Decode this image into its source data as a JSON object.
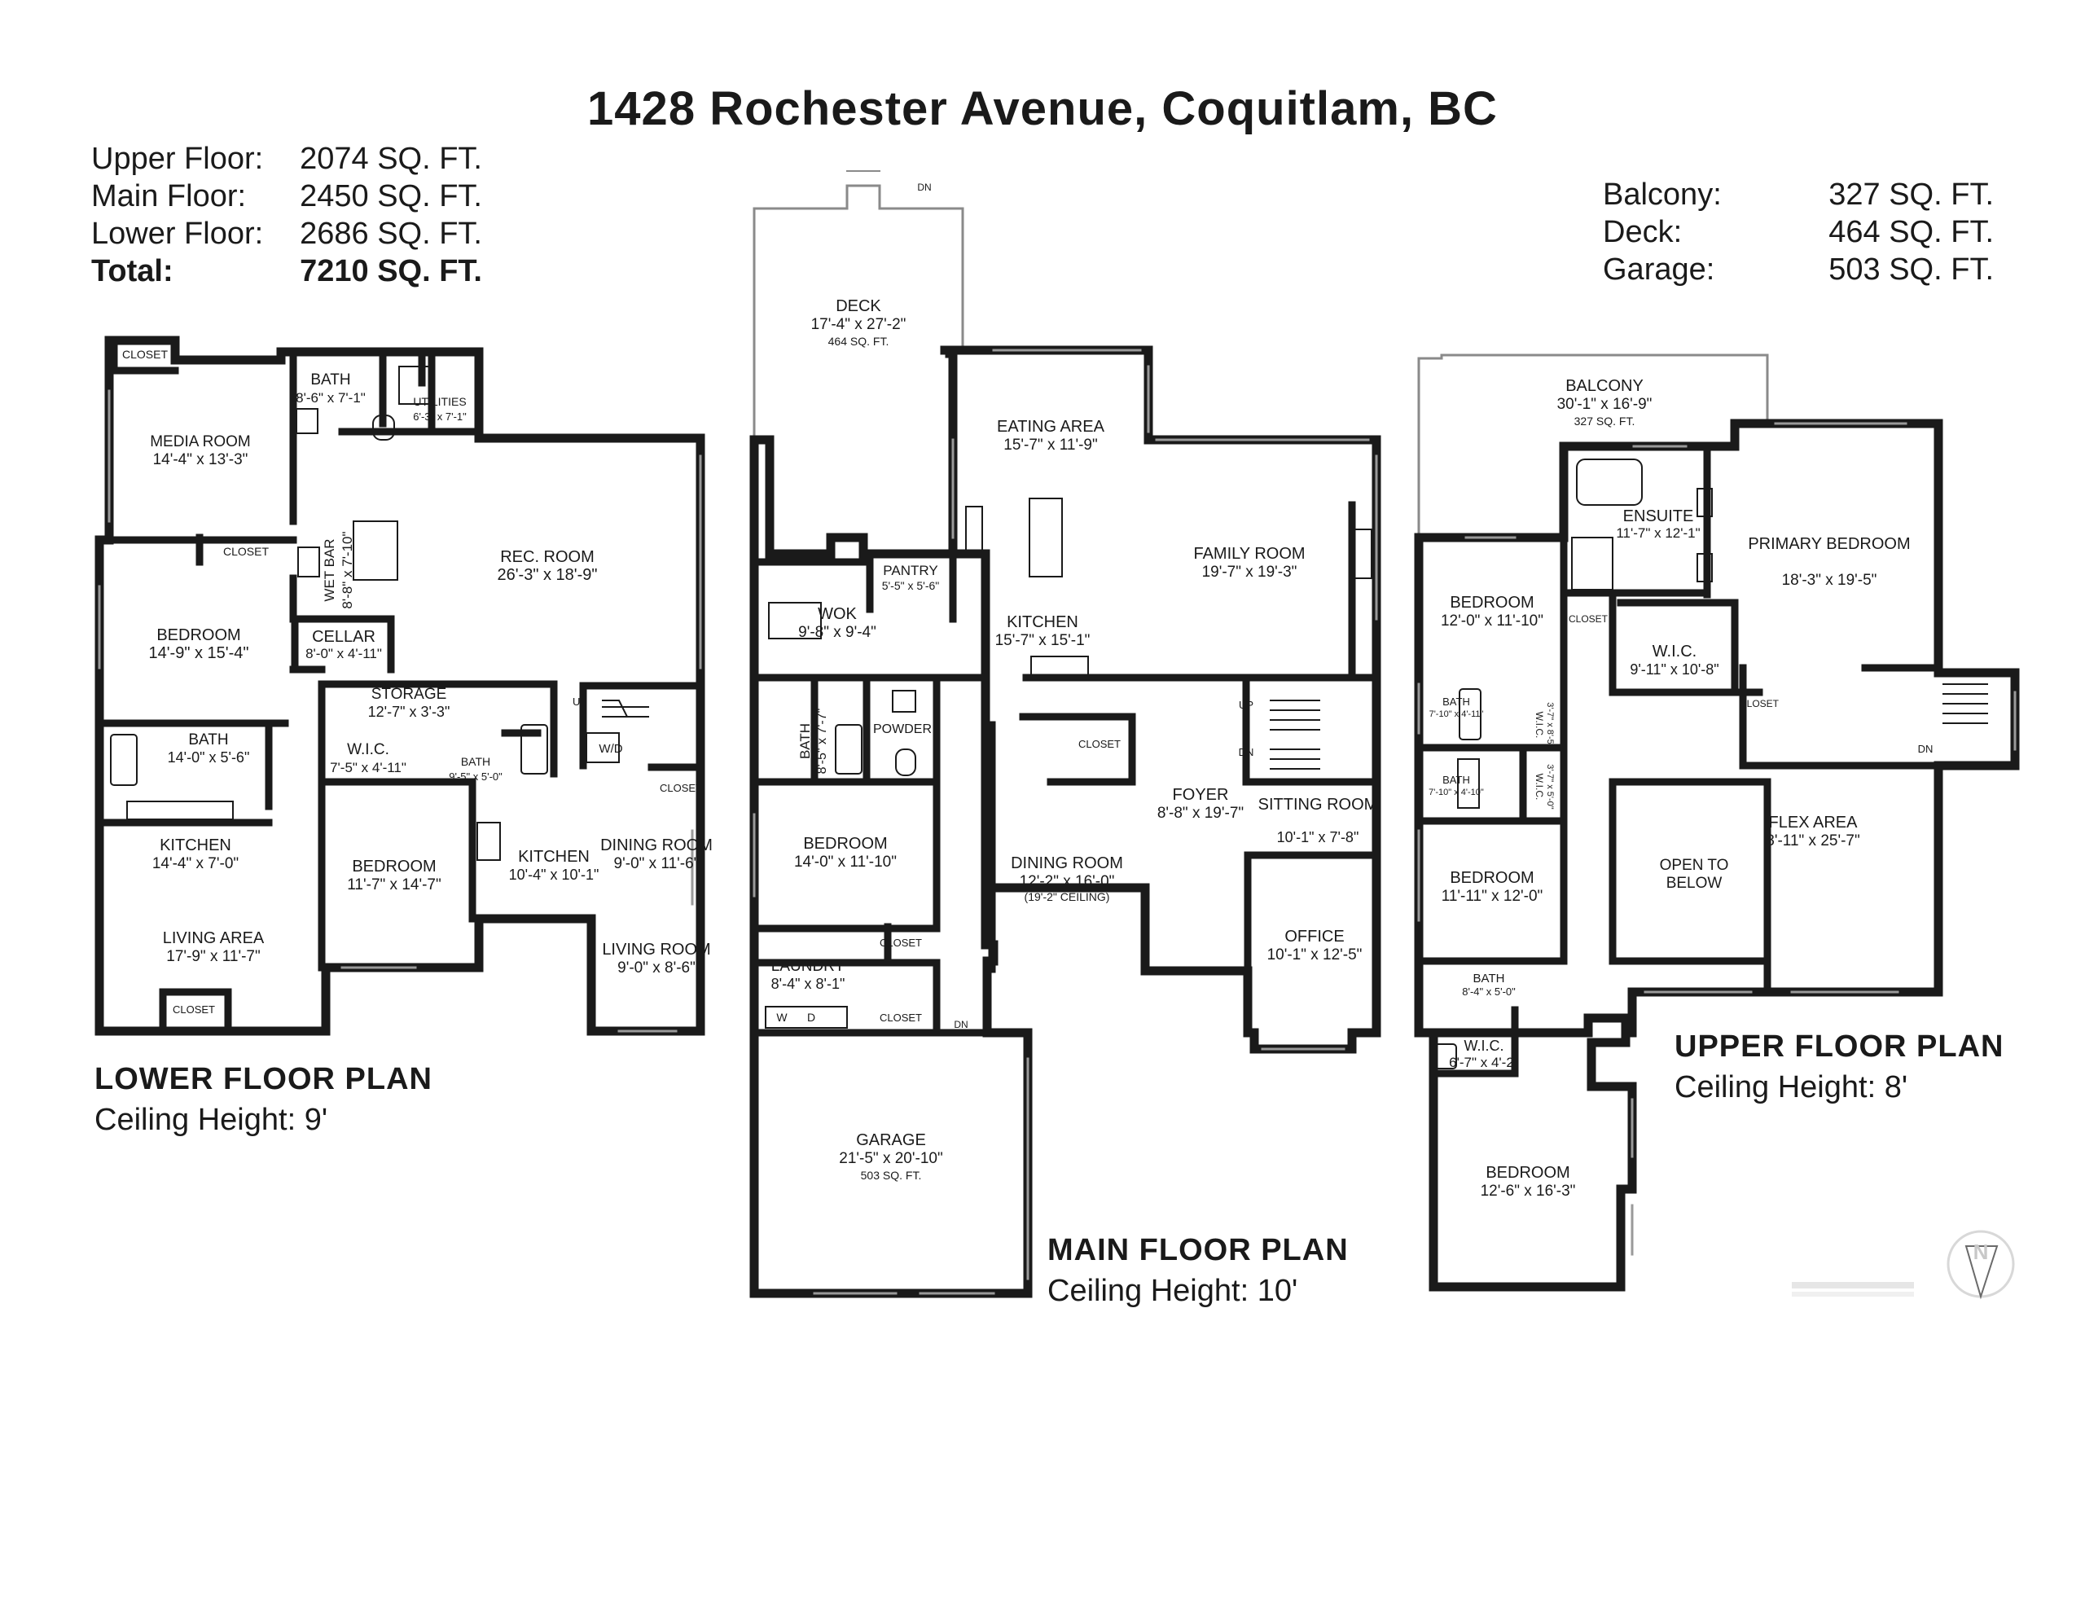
{
  "title": "1428 Rochester Avenue, Coquitlam, BC",
  "areas_left": [
    {
      "label": "Upper Floor:",
      "value": "2074 SQ. FT."
    },
    {
      "label": "Main Floor:",
      "value": "2450 SQ. FT."
    },
    {
      "label": "Lower Floor:",
      "value": "2686 SQ. FT."
    }
  ],
  "total": {
    "label": "Total:",
    "value": "7210 SQ. FT."
  },
  "areas_right": [
    {
      "label": "Balcony:",
      "value": "327 SQ. FT."
    },
    {
      "label": "Deck:",
      "value": "464 SQ. FT."
    },
    {
      "label": "Garage:",
      "value": "503 SQ. FT."
    }
  ],
  "plans": {
    "lower": {
      "title": "LOWER FLOOR PLAN",
      "ceiling": "Ceiling Height: 9'"
    },
    "main": {
      "title": "MAIN FLOOR PLAN",
      "ceiling": "Ceiling Height: 10'"
    },
    "upper": {
      "title": "UPPER FLOOR PLAN",
      "ceiling": "Ceiling Height: 8'"
    }
  },
  "lower_rooms": {
    "closet_media": "CLOSET",
    "media_room": {
      "name": "MEDIA ROOM",
      "dim": "14'-4\" x 13'-3\""
    },
    "bath_top": {
      "name": "BATH",
      "dim": "8'-6\" x 7'-1\""
    },
    "utilities": {
      "name": "UTILITIES",
      "dim": "6'-3\" x 7'-1\""
    },
    "wet_bar": {
      "name": "WET BAR",
      "dim": "8'-8\" x 7'-10\""
    },
    "rec_room": {
      "name": "REC. ROOM",
      "dim": "26'-3\" x 18'-9\""
    },
    "closet_bed": "CLOSET",
    "bedroom1": {
      "name": "BEDROOM",
      "dim": "14'-9\" x 15'-4\""
    },
    "cellar": {
      "name": "CELLAR",
      "dim": "8'-0\" x 4'-11\""
    },
    "storage": {
      "name": "STORAGE",
      "dim": "12'-7\" x 3'-3\""
    },
    "bath_left": {
      "name": "BATH",
      "dim": "14'-0\" x 5'-6\""
    },
    "wic": {
      "name": "W.I.C.",
      "dim": "7'-5\" x 4'-11\""
    },
    "bath_mid": {
      "name": "BATH",
      "dim": "9'-5\" x 5'-0\""
    },
    "wd": "W/D",
    "closet_dining": "CLOSET",
    "kitchen1": {
      "name": "KITCHEN",
      "dim": "14'-4\" x 7'-0\""
    },
    "kitchen2": {
      "name": "KITCHEN",
      "dim": "10'-4\" x 10'-1\""
    },
    "dining_room": {
      "name": "DINING ROOM",
      "dim": "9'-0\" x 11'-6\""
    },
    "bedroom2": {
      "name": "BEDROOM",
      "dim": "11'-7\" x 14'-7\""
    },
    "living_area": {
      "name": "LIVING AREA",
      "dim": "17'-9\" x 11'-7\""
    },
    "closet_living": "CLOSET",
    "living_room": {
      "name": "LIVING ROOM",
      "dim": "9'-0\" x 8'-6\""
    },
    "up": "UP"
  },
  "main_rooms": {
    "dn_top": "DN",
    "deck": {
      "name": "DECK",
      "dim": "17'-4\" x 27'-2\"",
      "area": "464 SQ. FT."
    },
    "eating_area": {
      "name": "EATING AREA",
      "dim": "15'-7\" x 11'-9\""
    },
    "family_room": {
      "name": "FAMILY ROOM",
      "dim": "19'-7\" x 19'-3\""
    },
    "pantry": {
      "name": "PANTRY",
      "dim": "5'-5\" x 5'-6\""
    },
    "wok": {
      "name": "WOK",
      "dim": "9'-8\" x 9'-4\""
    },
    "kitchen": {
      "name": "KITCHEN",
      "dim": "15'-7\" x 15'-1\""
    },
    "bath": {
      "name": "BATH",
      "dim": "8'-5\" x 7'-7\""
    },
    "powder": "POWDER",
    "closet_foyer": "CLOSET",
    "up": "UP",
    "dn": "DN",
    "foyer": {
      "name": "FOYER",
      "dim": "8'-8\" x 19'-7\""
    },
    "sitting_room": {
      "name": "SITTING ROOM",
      "dim": "10'-1\" x 7'-8\""
    },
    "bedroom": {
      "name": "BEDROOM",
      "dim": "14'-0\" x 11'-10\""
    },
    "dining_room": {
      "name": "DINING ROOM",
      "dim": "12'-2\" x 16'-0\"",
      "note": "(19'-2\" CEILING)"
    },
    "office": {
      "name": "OFFICE",
      "dim": "10'-1\" x 12'-5\""
    },
    "closet_bed": "CLOSET",
    "laundry": {
      "name": "LAUNDRY",
      "dim": "8'-4\" x 8'-1\""
    },
    "w": "W",
    "d": "D",
    "closet_laundry": "CLOSET",
    "dn_garage": "DN",
    "garage": {
      "name": "GARAGE",
      "dim": "21'-5\" x 20'-10\"",
      "area": "503 SQ. FT."
    }
  },
  "upper_rooms": {
    "balcony": {
      "name": "BALCONY",
      "dim": "30'-1\" x 16'-9\"",
      "area": "327 SQ. FT."
    },
    "ensuite": {
      "name": "ENSUITE",
      "dim": "11'-7\" x 12'-1\""
    },
    "primary_bedroom": {
      "name": "PRIMARY BEDROOM",
      "dim": "18'-3\" x 19'-5\""
    },
    "bedroom1": {
      "name": "BEDROOM",
      "dim": "12'-0\" x 11'-10\""
    },
    "closet_a": "CLOSET",
    "wic_main": {
      "name": "W.I.C.",
      "dim": "9'-11\" x 10'-8\""
    },
    "closet_b": "CLOSET",
    "bath1": {
      "name": "BATH",
      "dim": "7'-10\" x 4'-11\""
    },
    "wic1": {
      "name": "W.I.C.",
      "dim": "3'-7\" x 8'-5\""
    },
    "bath2": {
      "name": "BATH",
      "dim": "7'-10\" x 4'-10\""
    },
    "wic2": {
      "name": "W.I.C.",
      "dim": "3'-7\" x 5'-0\""
    },
    "dn": "DN",
    "open_below": {
      "name": "OPEN TO",
      "name2": "BELOW"
    },
    "flex_area": {
      "name": "FLEX AREA",
      "dim": "8'-11\" x 25'-7\""
    },
    "bedroom2": {
      "name": "BEDROOM",
      "dim": "11'-11\" x 12'-0\""
    },
    "bath3": {
      "name": "BATH",
      "dim": "8'-4\" x 5'-0\""
    },
    "wic3": {
      "name": "W.I.C.",
      "dim": "6'-7\" x 4'-2\""
    },
    "bedroom3": {
      "name": "BEDROOM",
      "dim": "12'-6\" x 16'-3\""
    }
  },
  "compass_letter": "N",
  "colors": {
    "wall": "#1a1a1a",
    "thin_line": "#8a8a8a",
    "window": "#9a9a9a",
    "background": "#ffffff"
  }
}
